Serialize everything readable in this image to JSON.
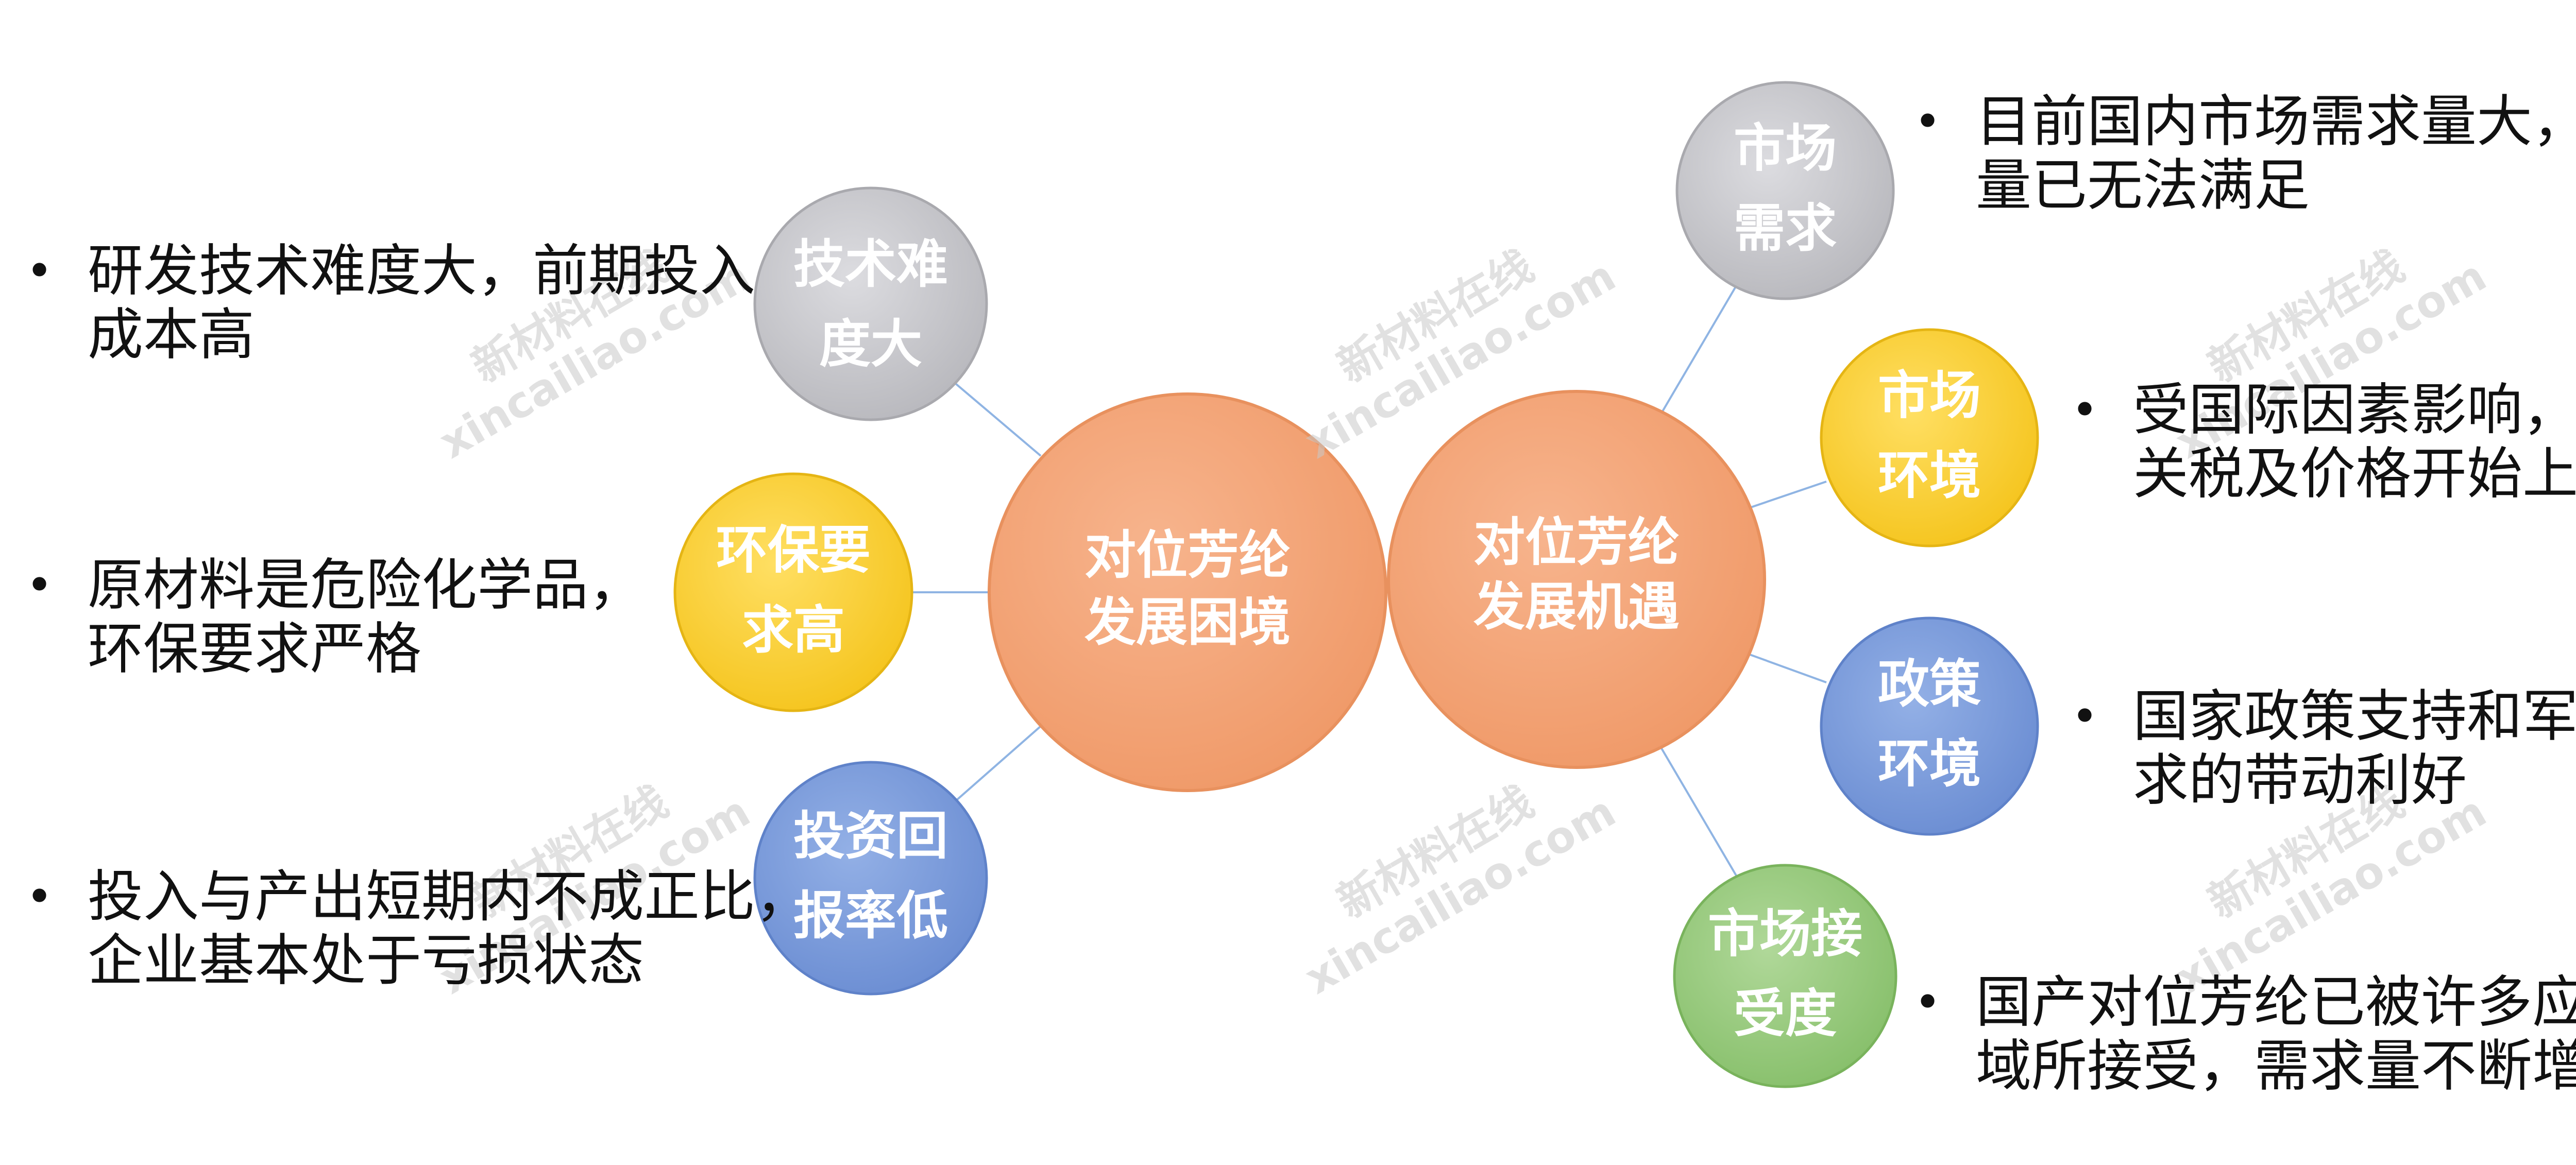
{
  "hubs": {
    "left": [
      "对位芳纶",
      "发展困境"
    ],
    "right": [
      "对位芳纶",
      "发展机遇"
    ]
  },
  "left_nodes": [
    {
      "label": [
        "技术难",
        "度大"
      ],
      "color": "#c8c8cc",
      "description": [
        "研发技术难度大，前期投入",
        "成本高"
      ]
    },
    {
      "label": [
        "环保要",
        "求高"
      ],
      "color": "#fdd344",
      "description": [
        "原材料是危险化学品，",
        "环保要求严格"
      ]
    },
    {
      "label": [
        "投资回",
        "报率低"
      ],
      "color": "#7f9fdc",
      "description": [
        "投入与产出短期内不成正比，",
        "企业基本处于亏损状态"
      ]
    }
  ],
  "right_nodes": [
    {
      "label": [
        "市场",
        "需求"
      ],
      "color": "#c8c8cc",
      "description": [
        "目前国内市场需求量大，进口",
        "量已无法满足"
      ]
    },
    {
      "label": [
        "市场",
        "环境"
      ],
      "color": "#fdd344",
      "description": [
        "受国际因素影响，进口",
        "关税及价格开始上涨"
      ]
    },
    {
      "label": [
        "政策",
        "环境"
      ],
      "color": "#7f9fdc",
      "description": [
        "国家政策支持和军工需",
        "求的带动利好"
      ]
    },
    {
      "label": [
        "市场接",
        "受度"
      ],
      "color": "#9ccd84",
      "description": [
        "国产对位芳纶已被许多应用领",
        "域所接受，需求量不断增加"
      ]
    }
  ],
  "hub_color": "#f4a57a",
  "connector_color": "#8fb4e3",
  "watermark": {
    "cn": "新材料在线",
    "en": "xincailiao.com"
  }
}
